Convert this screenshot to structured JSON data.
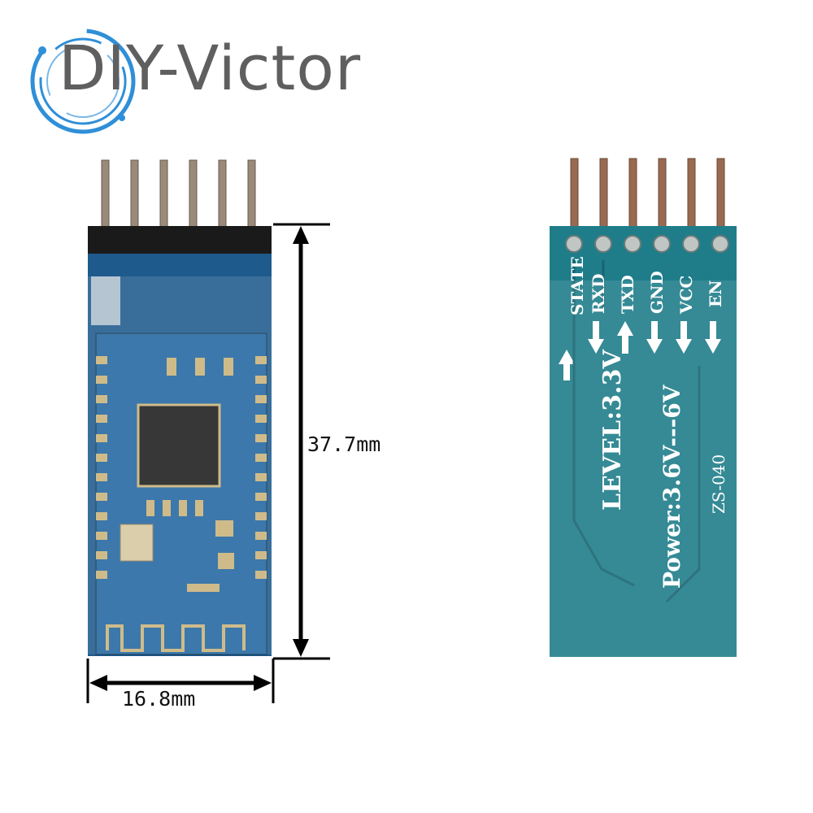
{
  "brand": {
    "logo_text": "DIY-Victor",
    "ring_color": "#2f8fd8",
    "text_color": "#5f5f5f"
  },
  "dimensions": {
    "height": "37.7mm",
    "width": "16.8mm"
  },
  "back_board": {
    "pins": [
      "STATE",
      "RXD",
      "TXD",
      "GND",
      "VCC",
      "EN"
    ],
    "level_text": "LEVEL:3.3V",
    "power_text": "Power:3.6V---6V",
    "model_text": "ZS-040"
  },
  "colors": {
    "pcb_blue": "#1e5a8c",
    "pcb_teal": "#1f7d8a",
    "header_black": "#1a1a1a",
    "pin_metal": "#9a8a7a"
  }
}
